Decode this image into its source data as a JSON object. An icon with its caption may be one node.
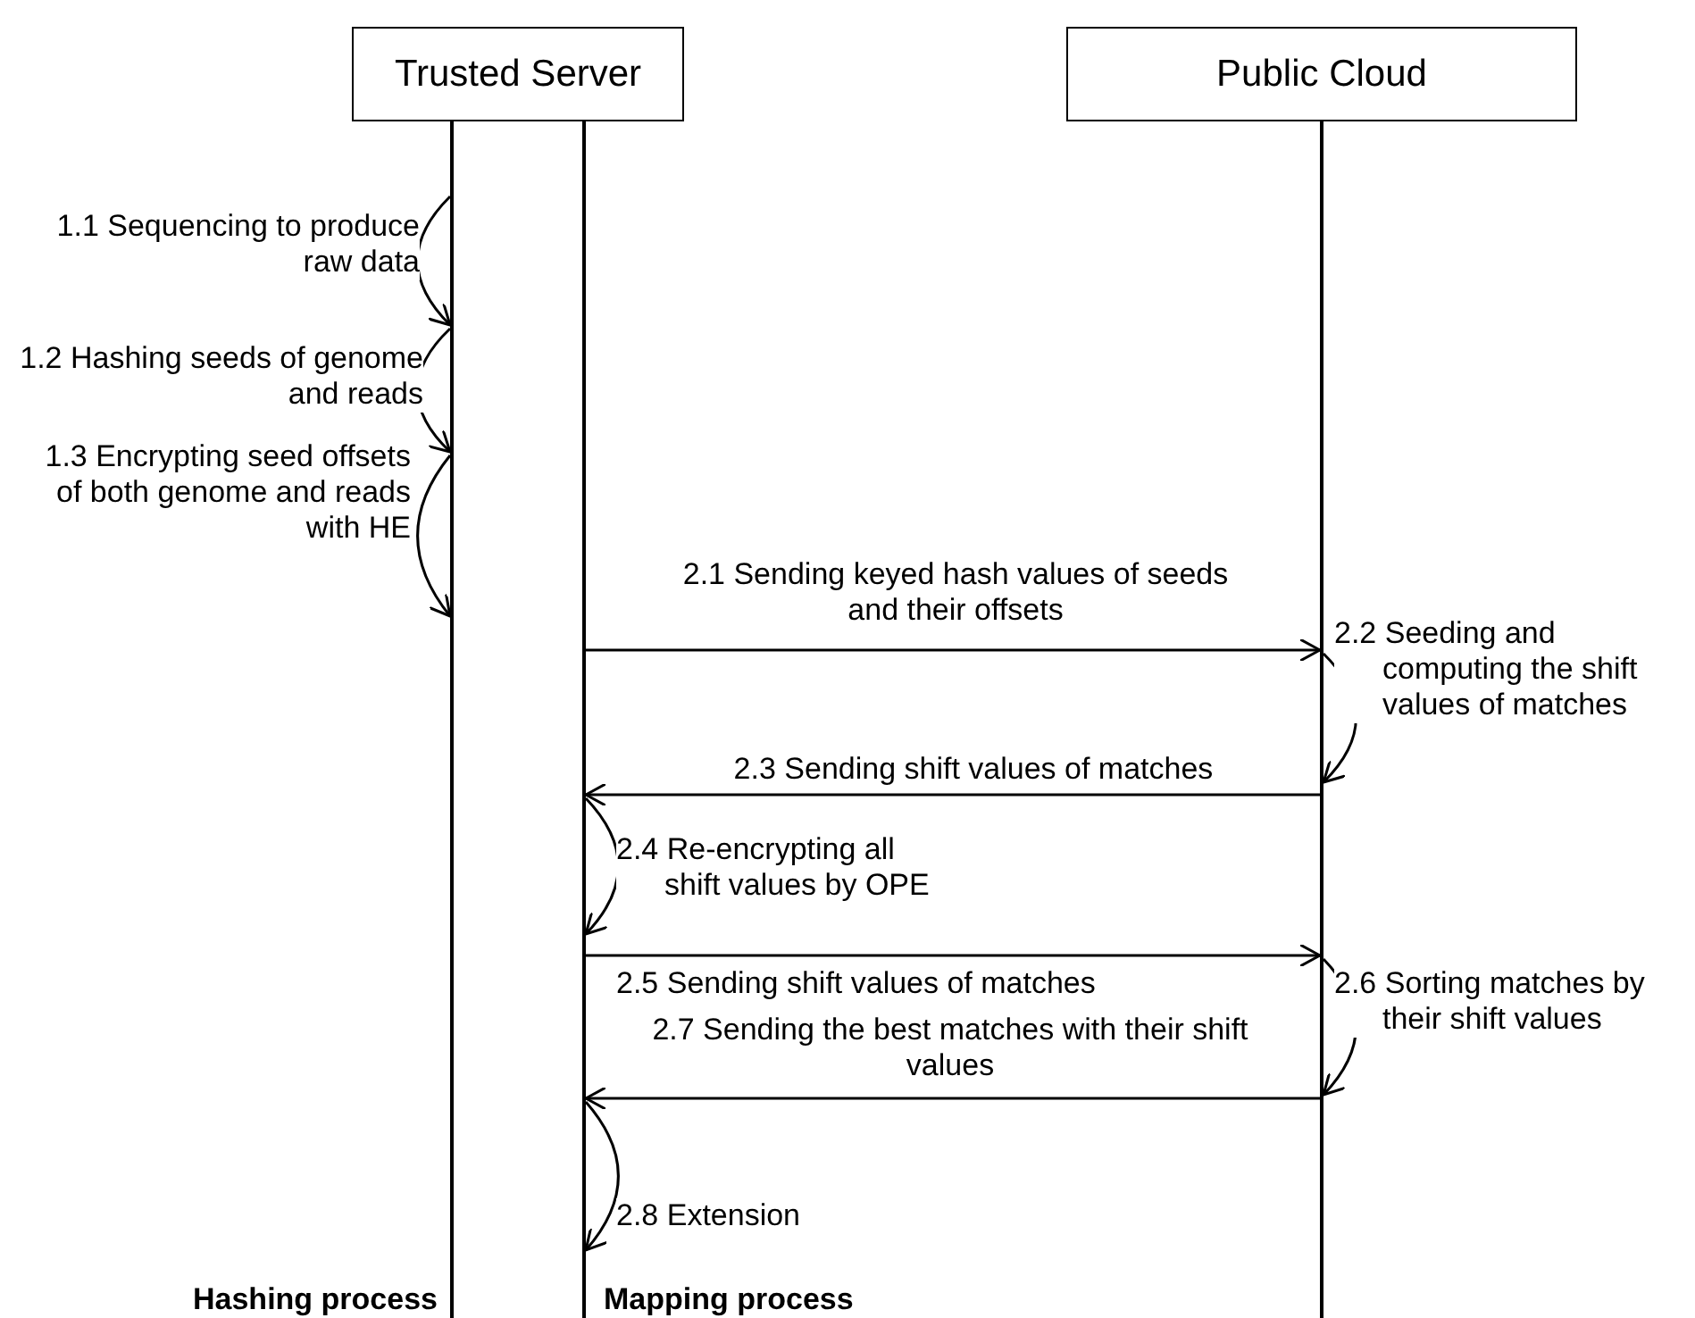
{
  "diagram": {
    "nodes": [
      {
        "text": [
          "Trusted Server"
        ]
      },
      {
        "text": [
          "Public Cloud"
        ]
      },
      {
        "text": [],
        "shape": "bar"
      },
      {
        "text": [],
        "shape": "bar"
      },
      {
        "text": [],
        "shape": "bar"
      }
    ],
    "edges": [
      {
        "from": 2,
        "to": 2,
        "arrow": "to",
        "label": "1.1 Sequencing to produce raw data"
      },
      {
        "from": 2,
        "to": 2,
        "arrow": "to",
        "label": "1.2 Hashing seeds of genome and reads"
      },
      {
        "from": 2,
        "to": 2,
        "arrow": "to",
        "label": "1.3 Encrypting seed offsets of both genome and reads with HE"
      },
      {
        "from": 3,
        "to": 4,
        "arrow": "to",
        "label": "2.1 Sending keyed hash values of seeds and their offsets"
      },
      {
        "from": 4,
        "to": 4,
        "arrow": "to",
        "label": "2.2 Seeding and computing the shift values of matches"
      },
      {
        "from": 4,
        "to": 3,
        "arrow": "to",
        "label": "2.3 Sending shift values of matches"
      },
      {
        "from": 3,
        "to": 3,
        "arrow": "to",
        "label": "2.4 Re-encrypting all shift values by OPE"
      },
      {
        "from": 3,
        "to": 4,
        "arrow": "to",
        "label": "2.5 Sending shift values of matches"
      },
      {
        "from": 4,
        "to": 4,
        "arrow": "to",
        "label": "2.6 Sorting matches by their shift values"
      },
      {
        "from": 4,
        "to": 3,
        "arrow": "to",
        "label": "2.7 Sending the best matches with their shift values"
      },
      {
        "from": 3,
        "to": 3,
        "arrow": "to",
        "label": "2.8 Extension"
      }
    ],
    "labels": [
      "Hashing process",
      "Mapping process"
    ]
  }
}
